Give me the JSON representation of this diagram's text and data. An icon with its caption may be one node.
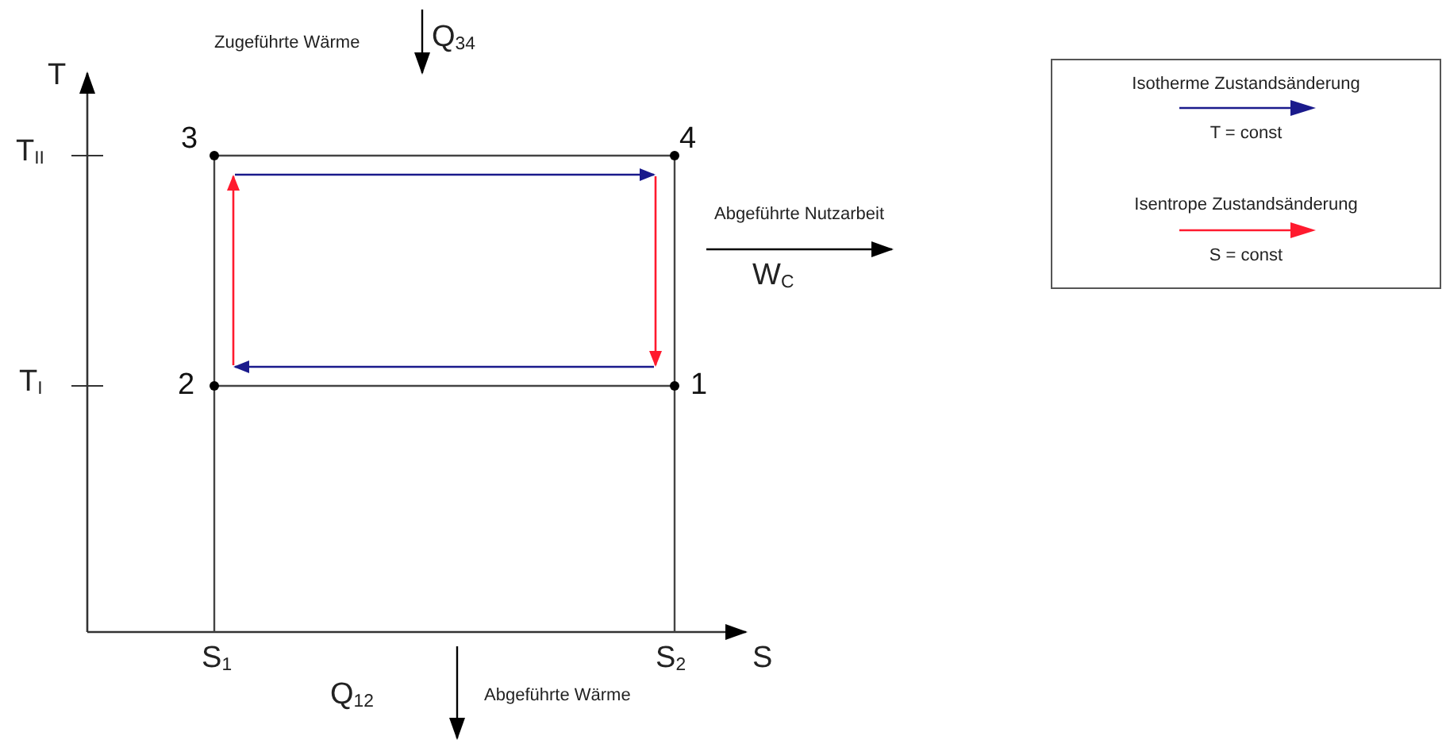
{
  "diagram": {
    "nodes": [
      {
        "text": [
          "1"
        ]
      },
      {
        "text": [
          "2"
        ]
      },
      {
        "text": [
          "3"
        ]
      },
      {
        "text": [
          "4"
        ]
      }
    ],
    "edges": [
      {
        "from": 0,
        "to": 1,
        "arrow": "to",
        "color": "#1a1a8c"
      },
      {
        "from": 1,
        "to": 2,
        "arrow": "to",
        "color": "#ff1a2e"
      },
      {
        "from": 2,
        "to": 3,
        "arrow": "to",
        "color": "#1a1a8c"
      },
      {
        "from": 3,
        "to": 0,
        "arrow": "to",
        "color": "#ff1a2e"
      }
    ],
    "labels": [
      "T",
      "T$_{II}$",
      "T$_{I}$",
      "Zugeführte Wärme",
      "Q$_{34}$",
      "Abgeführte Nutzarbeit",
      "W$_{C}$",
      "S$_{1}$",
      "S$_{2}$",
      "S",
      "Q$_{12}$",
      "Abgeführte Wärme",
      "T = const",
      "S = const"
    ],
    "legend": [
      {
        "text": "Isotherme Zustandsänderung"
      },
      {
        "text": "Isentrope Zustandsänderung"
      }
    ]
  }
}
